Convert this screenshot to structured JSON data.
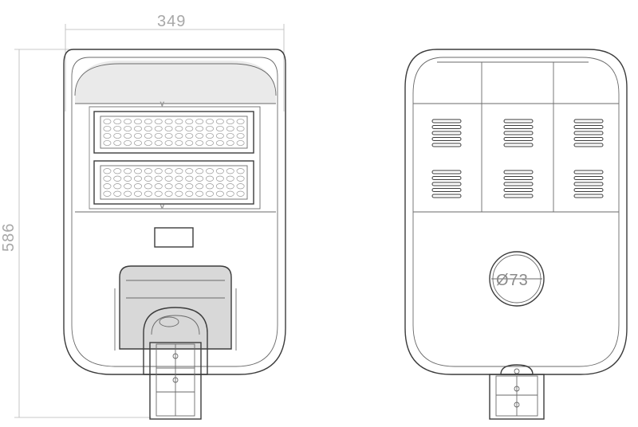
{
  "dimensions": {
    "width_label": "349",
    "height_label": "586",
    "diameter_label": "Ø73"
  },
  "views": {
    "front": {
      "led_module_count": 2,
      "led_rows_per_module": 4,
      "led_cols_per_module": 14
    },
    "back": {
      "vent_columns": 3,
      "vent_groups_per_column": 2,
      "slots_per_group": 5
    }
  }
}
